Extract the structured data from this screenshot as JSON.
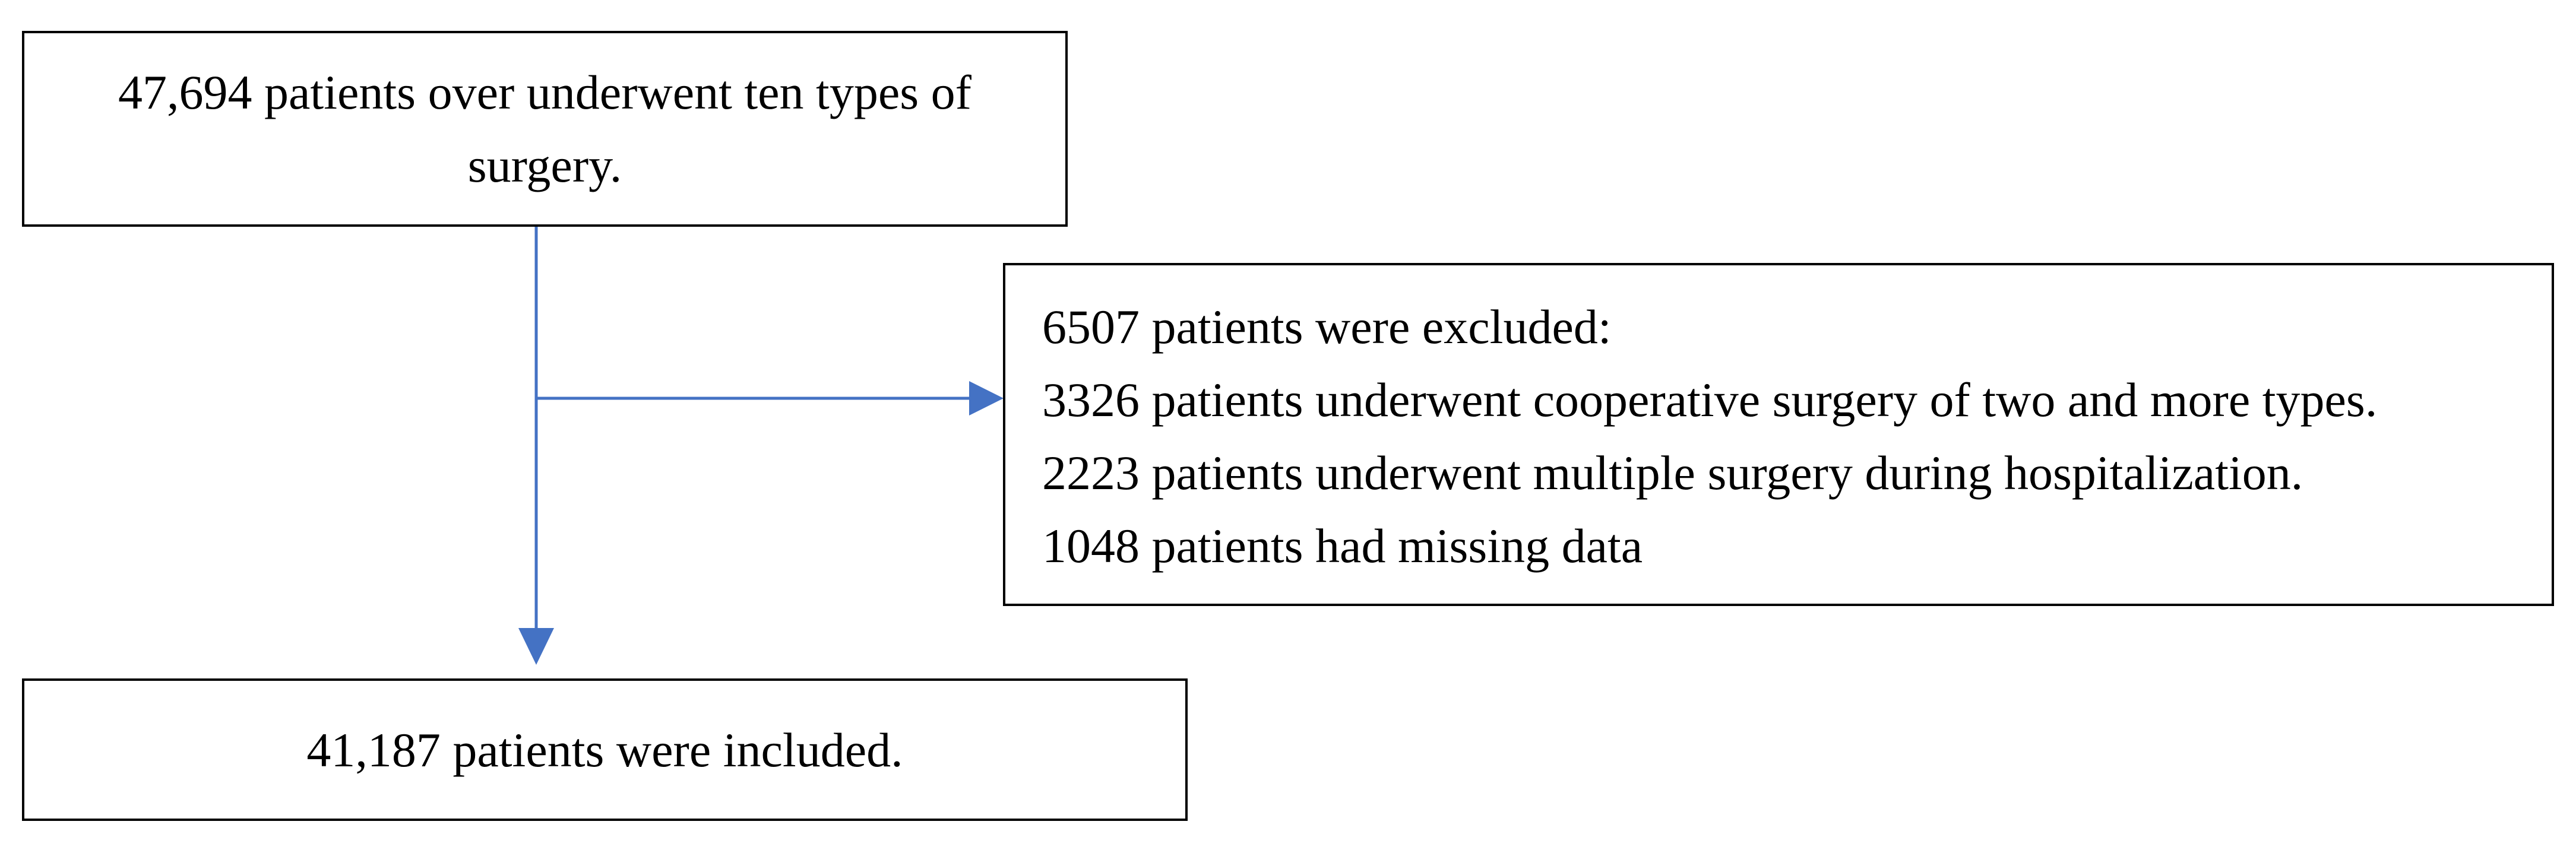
{
  "colors": {
    "background": "#ffffff",
    "box_border": "#000000",
    "text": "#000000",
    "connector": "#4472c4"
  },
  "flowchart": {
    "total_box": {
      "text": "47,694 patients over underwent ten types of surgery."
    },
    "excluded_box": {
      "lines": [
        "6507 patients were excluded:",
        "3326 patients underwent cooperative surgery of two and more types.",
        "2223 patients underwent multiple surgery during hospitalization.",
        "1048 patients had missing data"
      ]
    },
    "included_box": {
      "text": "41,187 patients were included."
    }
  }
}
